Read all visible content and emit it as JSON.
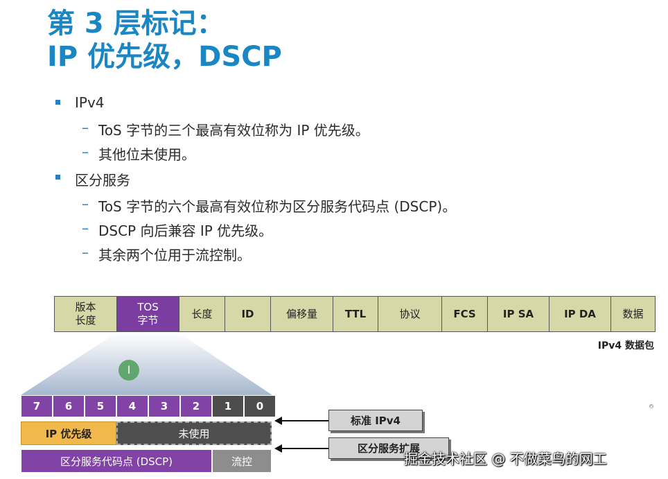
{
  "title": {
    "line1": "第 3 层标记：",
    "line2": "IP 优先级，DSCP"
  },
  "bullets": [
    {
      "text": "IPv4",
      "subs": [
        "ToS 字节的三个最高有效位称为 IP 优先级。",
        "其他位未使用。"
      ]
    },
    {
      "text": "区分服务",
      "subs": [
        "ToS 字节的六个最高有效位称为区分服务代码点 (DSCP)。",
        "DSCP 向后兼容 IP 优先级。",
        "其余两个位用于流控制。"
      ]
    }
  ],
  "packet": {
    "fields": [
      {
        "label": "版本\n长度"
      },
      {
        "label": "TOS\n字节"
      },
      {
        "label": "长度"
      },
      {
        "label": "ID"
      },
      {
        "label": "偏移量"
      },
      {
        "label": "TTL"
      },
      {
        "label": "协议"
      },
      {
        "label": "FCS"
      },
      {
        "label": "IP SA"
      },
      {
        "label": "IP DA"
      },
      {
        "label": "数据"
      }
    ],
    "caption": "IPv4 数据包"
  },
  "bits": [
    "7",
    "6",
    "5",
    "4",
    "3",
    "2",
    "1",
    "0"
  ],
  "rows": {
    "ip_precedence": "IP 优先级",
    "unused": "未使用",
    "dscp": "区分服务代码点 (DSCP)",
    "flow": "流控"
  },
  "labels": {
    "standard": "标准 IPv4",
    "diffserv": "区分服务扩展"
  },
  "watermark": "掘金技术社区 @ 不做菜鸟的网工",
  "colors": {
    "title": "#1a86c4",
    "tos": "#7b3ea0",
    "field": "#d7d8a8",
    "ip_precedence": "#f1b84b",
    "unused": "#4e4e4e",
    "flow": "#8d8d8d"
  }
}
